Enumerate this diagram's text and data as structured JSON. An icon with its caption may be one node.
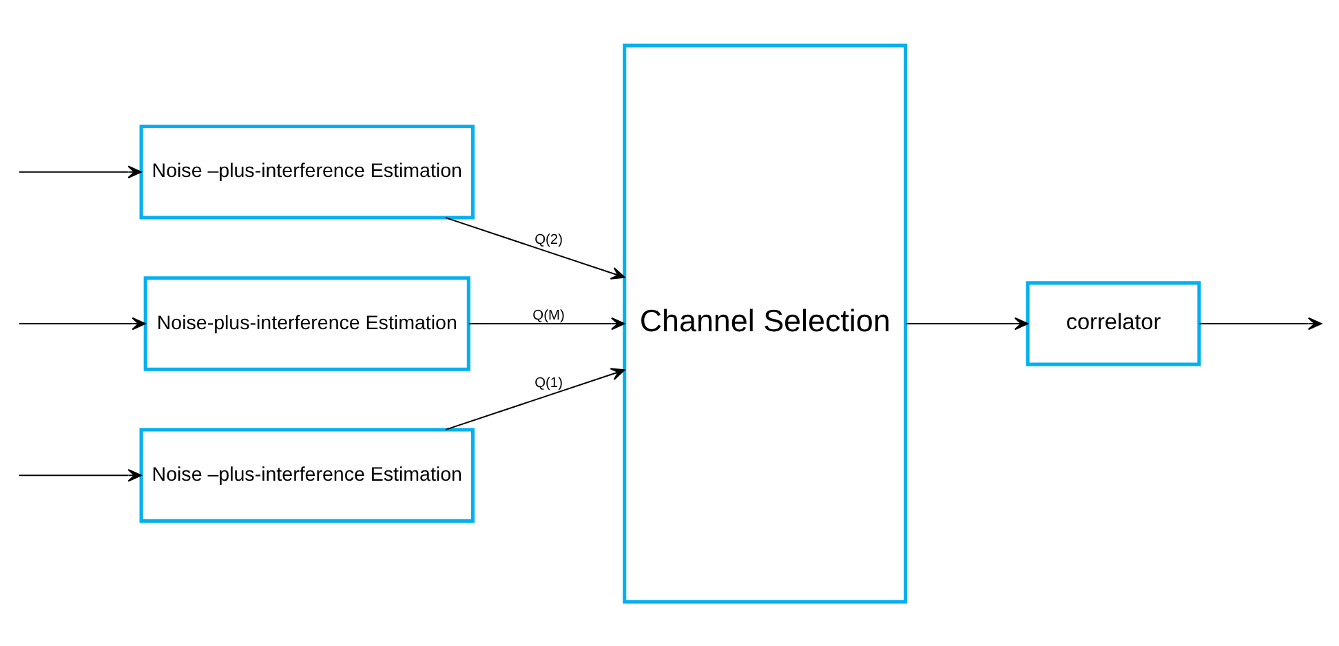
{
  "diagram": {
    "nodes": [
      {
        "text": [
          "Noise –plus-interference Estimation"
        ]
      },
      {
        "text": [
          "Noise –plus-interference Estimation"
        ]
      },
      {
        "text": [
          "Noise-plus-interference Estimation"
        ]
      },
      {
        "text": [
          "Channel Selection"
        ]
      },
      {
        "text": [
          "correlator"
        ]
      }
    ],
    "edges": [
      {
        "from": null,
        "to": 0,
        "arrow": "to"
      },
      {
        "from": null,
        "to": 1,
        "arrow": "to"
      },
      {
        "from": null,
        "to": 2,
        "arrow": "to"
      },
      {
        "from": 0,
        "to": 3,
        "label": "Q(1)",
        "arrow": "to"
      },
      {
        "from": 1,
        "to": 3,
        "label": "Q(2)",
        "arrow": "to"
      },
      {
        "from": 2,
        "to": 3,
        "label": "Q(M)",
        "arrow": "to"
      },
      {
        "from": 3,
        "to": 4,
        "arrow": "to"
      },
      {
        "from": 4,
        "to": null,
        "arrow": "to"
      }
    ]
  }
}
